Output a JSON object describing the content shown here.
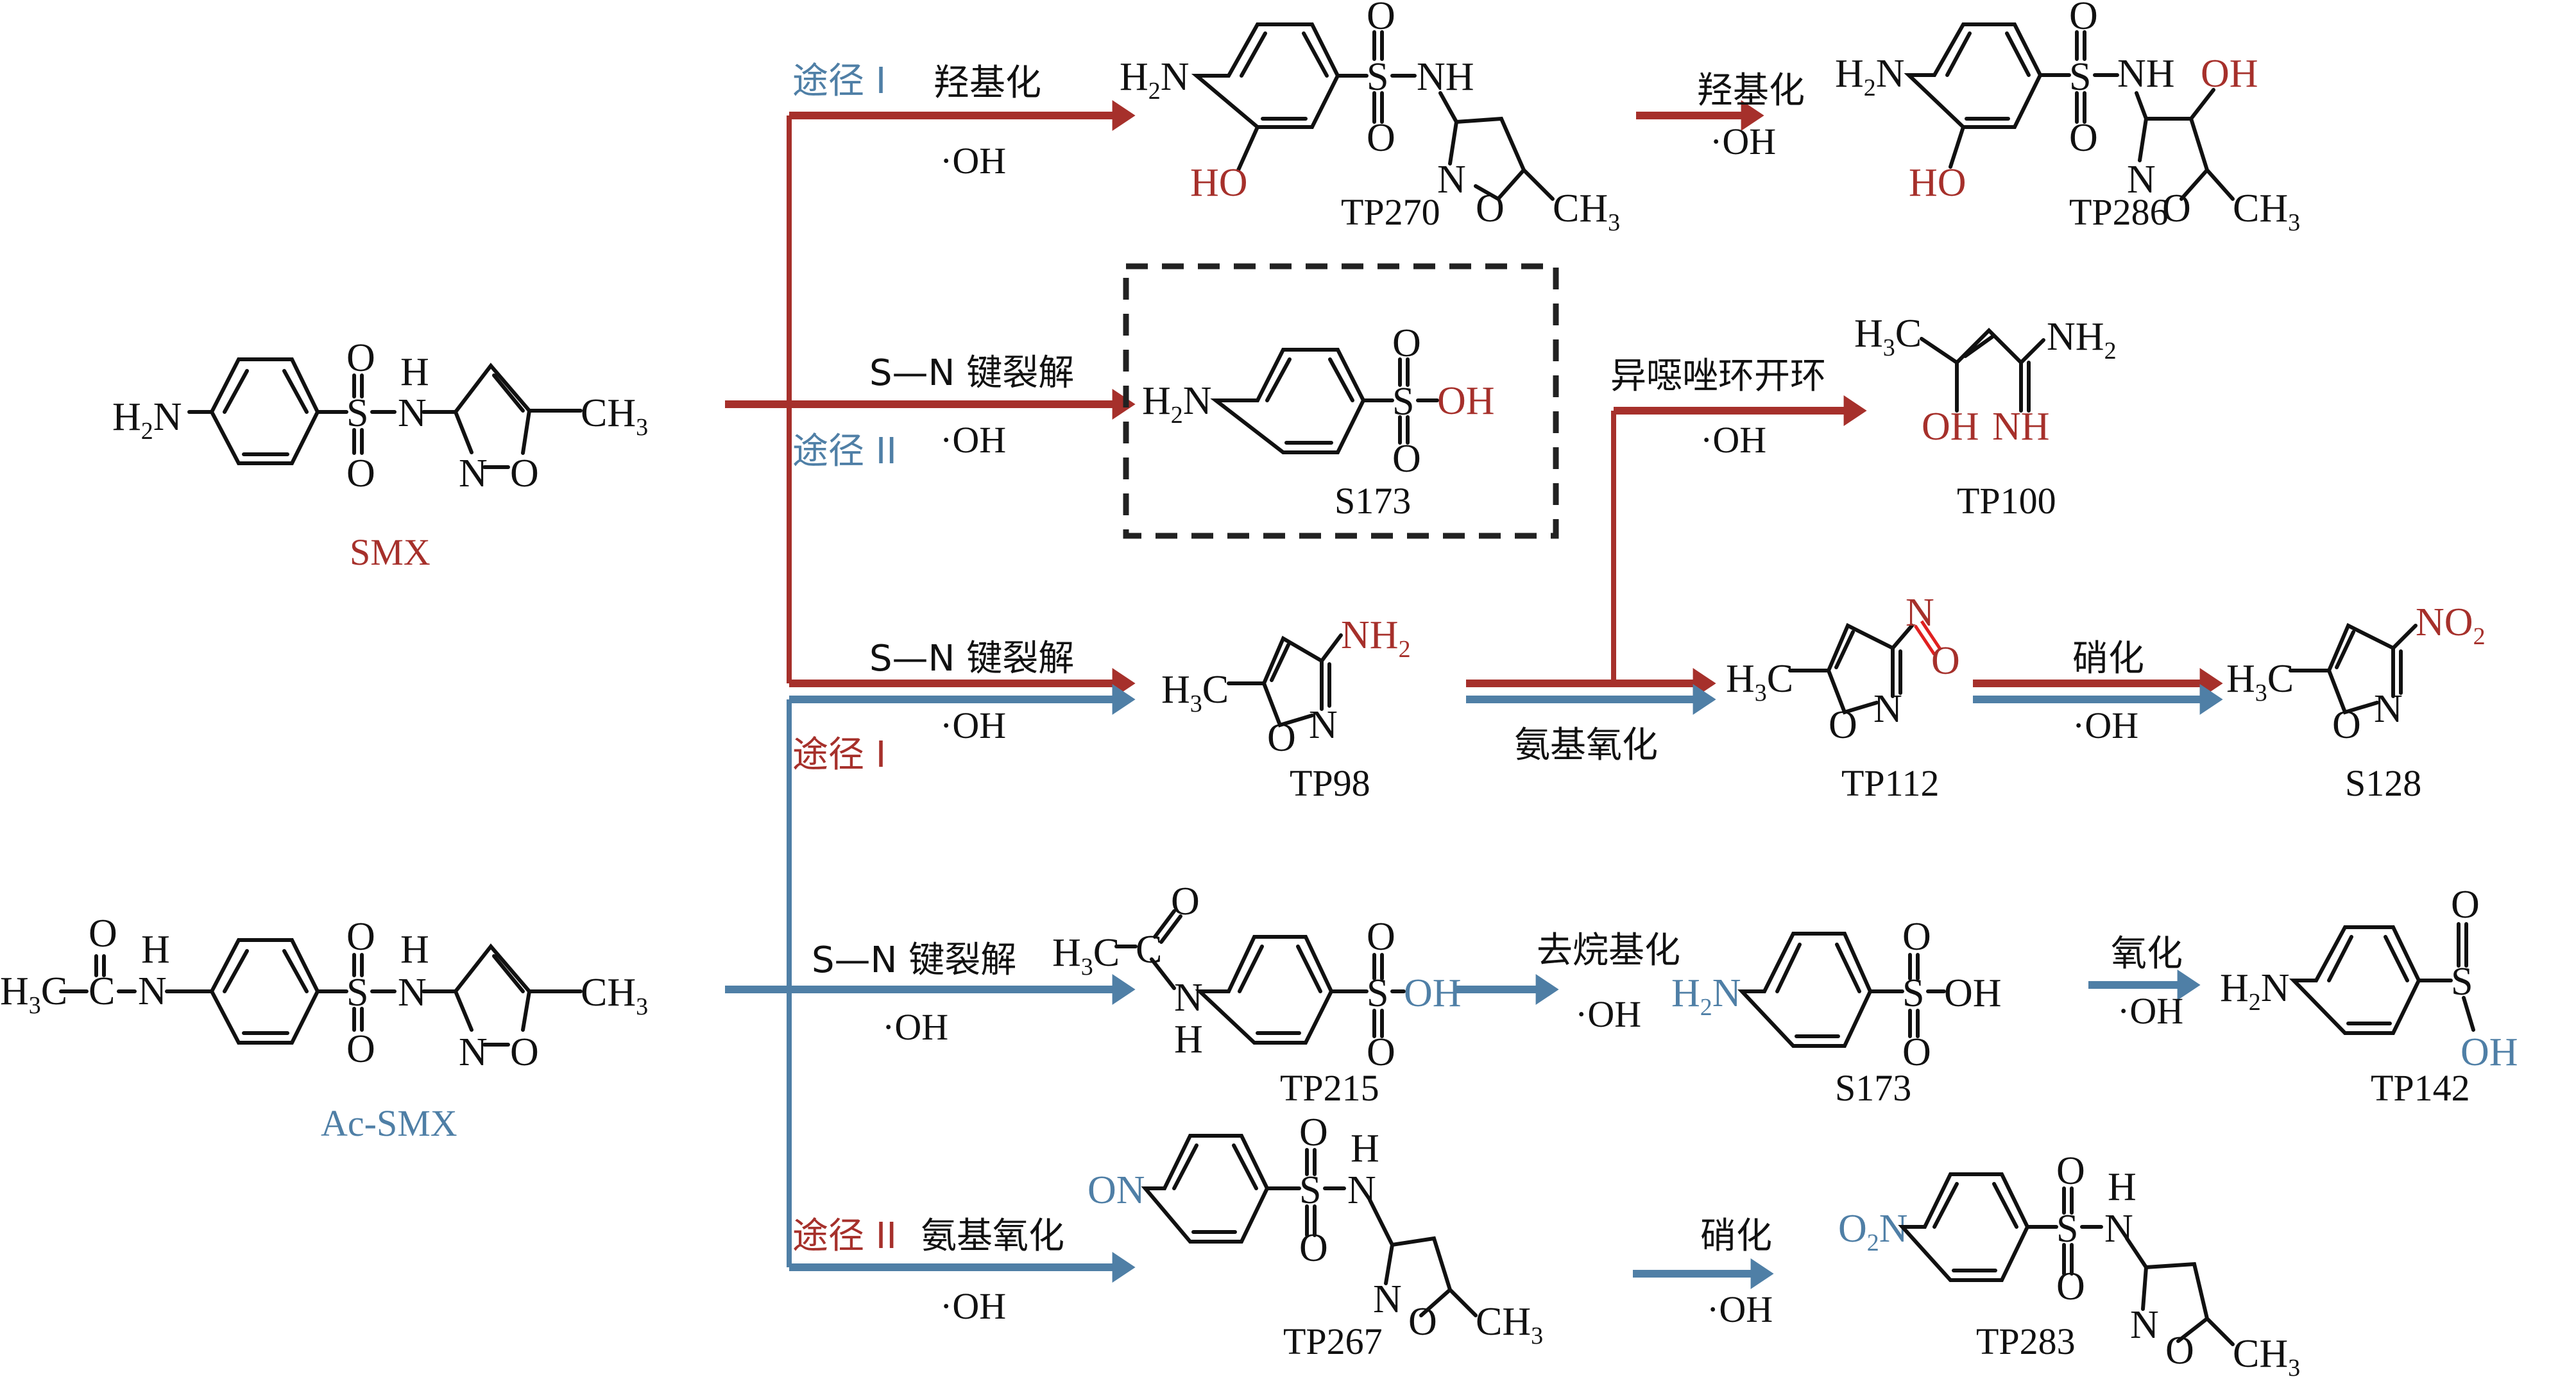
{
  "title": "SMX and Ac-SMX degradation pathways by hydroxyl radical",
  "colors": {
    "red_pathway": "#a6302b",
    "blue_pathway": "#4f7fa6",
    "text": "#111111"
  },
  "reagent": "·OH",
  "pathway_labels": {
    "red_I": "途径 I",
    "red_II": "途径 II",
    "blue_I": "途径 I",
    "blue_II": "途径 II"
  },
  "reactions": {
    "hydroxylation": "羟基化",
    "sn_cleavage": "S—N 键裂解",
    "ring_opening": "异噁唑环开环",
    "amino_oxidation": "氨基氧化",
    "nitration": "硝化",
    "dealkylation": "去烷基化",
    "oxidation": "氧化"
  },
  "compounds": {
    "smx": {
      "name": "SMX",
      "color": "red"
    },
    "ac_smx": {
      "name": "Ac-SMX",
      "color": "blue"
    },
    "tp270": {
      "name": "TP270",
      "highlight": "HO"
    },
    "tp286": {
      "name": "TP286",
      "highlight": [
        "HO",
        "OH"
      ]
    },
    "s173_boxed": {
      "name": "S173",
      "highlight": "OH"
    },
    "tp100": {
      "name": "TP100",
      "highlight": [
        "OH",
        "NH"
      ]
    },
    "tp98": {
      "name": "TP98",
      "highlight": "NH2"
    },
    "tp112": {
      "name": "TP112",
      "highlight": "N=O"
    },
    "s128": {
      "name": "S128",
      "highlight": "NO2"
    },
    "tp215": {
      "name": "TP215",
      "highlight": "OH"
    },
    "s173": {
      "name": "S173",
      "highlight": "H2N"
    },
    "tp142": {
      "name": "TP142",
      "highlight": "OH"
    },
    "tp267": {
      "name": "TP267",
      "highlight": "ON"
    },
    "tp283": {
      "name": "TP283",
      "highlight": "O2N"
    }
  },
  "atoms": {
    "H": "H",
    "N": "N",
    "O": "O",
    "S": "S",
    "C": "C",
    "NH": "NH",
    "OH": "OH",
    "HO": "HO",
    "ON": "ON",
    "H2N_main": "H",
    "H2N_sub": "2",
    "H2N_tail": "N",
    "CH3_main": "CH",
    "CH3_sub": "3",
    "H3C_head": "H",
    "H3C_sub": "3",
    "H3C_tail": "C",
    "NH2_main": "NH",
    "NH2_sub": "2",
    "NO2_main": "NO",
    "NO2_sub": "2",
    "O2N_head": "O",
    "O2N_sub": "2",
    "O2N_tail": "N"
  }
}
